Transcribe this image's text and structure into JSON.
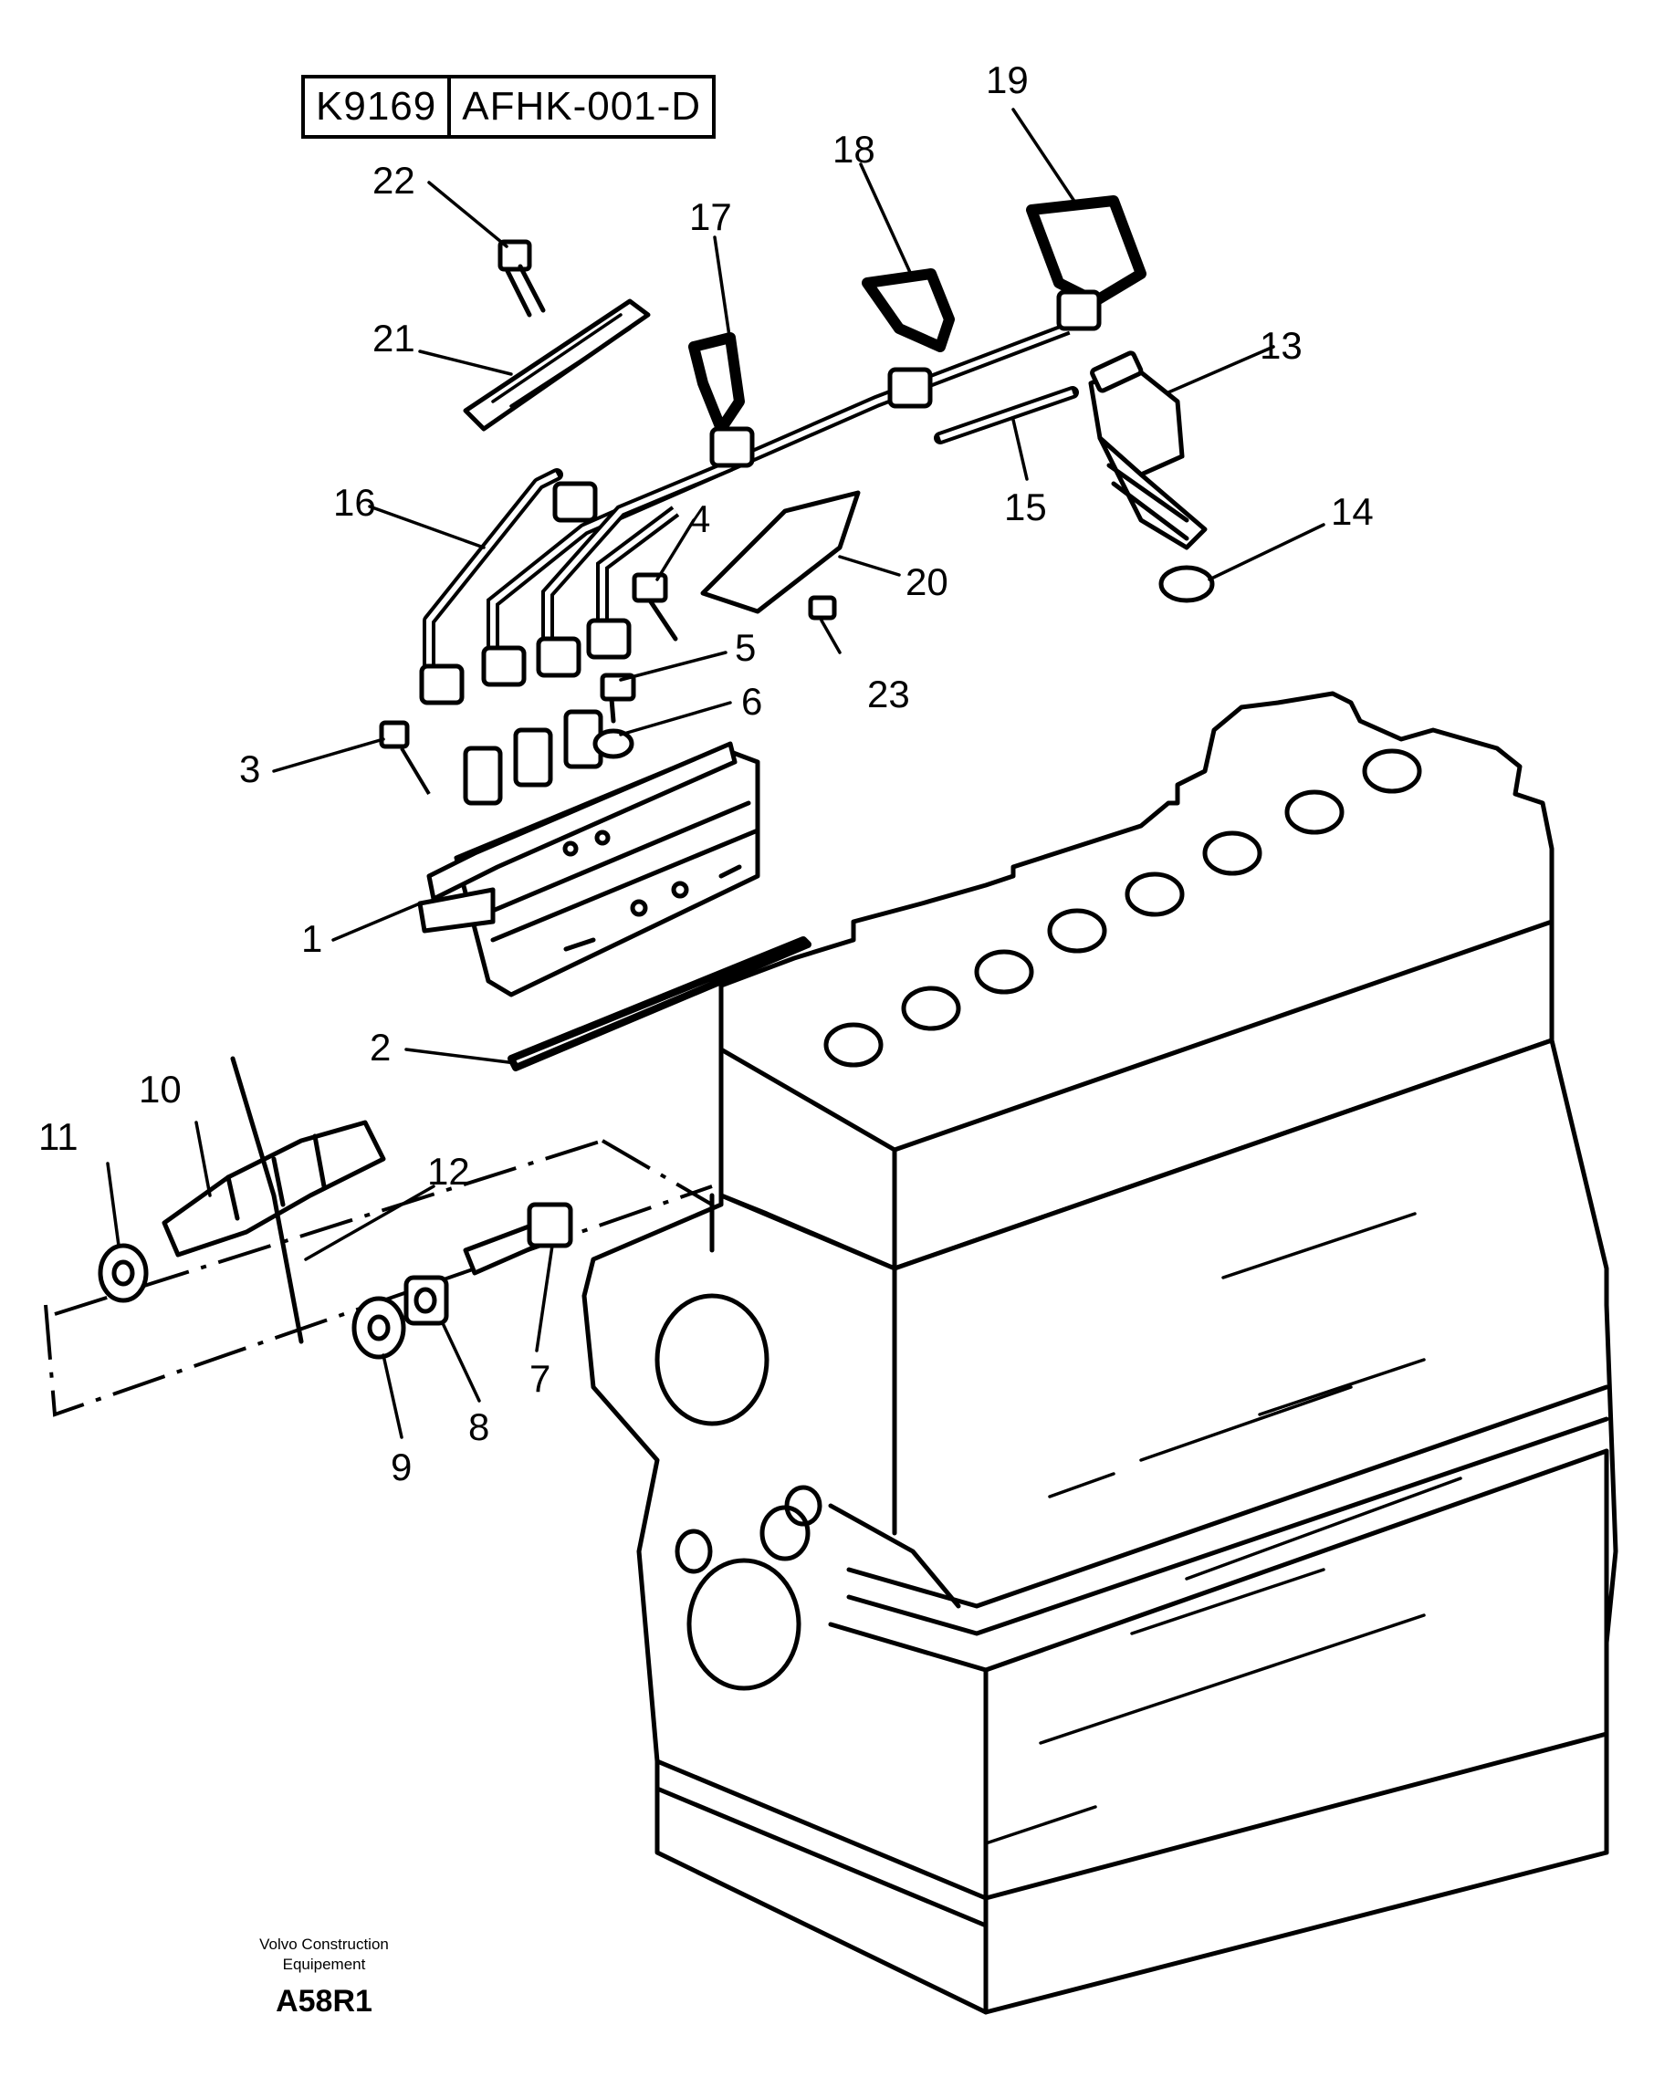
{
  "reference": {
    "code": "K9169",
    "drawing_number": "AFHK-001-D"
  },
  "callouts": [
    {
      "id": "1",
      "label": "1"
    },
    {
      "id": "2",
      "label": "2"
    },
    {
      "id": "3",
      "label": "3"
    },
    {
      "id": "4",
      "label": "4"
    },
    {
      "id": "5",
      "label": "5"
    },
    {
      "id": "6",
      "label": "6"
    },
    {
      "id": "7",
      "label": "7"
    },
    {
      "id": "8",
      "label": "8"
    },
    {
      "id": "9",
      "label": "9"
    },
    {
      "id": "10",
      "label": "10"
    },
    {
      "id": "11",
      "label": "11"
    },
    {
      "id": "12",
      "label": "12"
    },
    {
      "id": "13",
      "label": "13"
    },
    {
      "id": "14",
      "label": "14"
    },
    {
      "id": "15",
      "label": "15"
    },
    {
      "id": "16",
      "label": "16"
    },
    {
      "id": "17",
      "label": "17"
    },
    {
      "id": "18",
      "label": "18"
    },
    {
      "id": "19",
      "label": "19"
    },
    {
      "id": "20",
      "label": "20"
    },
    {
      "id": "21",
      "label": "21"
    },
    {
      "id": "22",
      "label": "22"
    },
    {
      "id": "23",
      "label": "23"
    }
  ],
  "footer": {
    "company_line1": "Volvo Construction",
    "company_line2": "Equipement",
    "code": "A58R1"
  }
}
